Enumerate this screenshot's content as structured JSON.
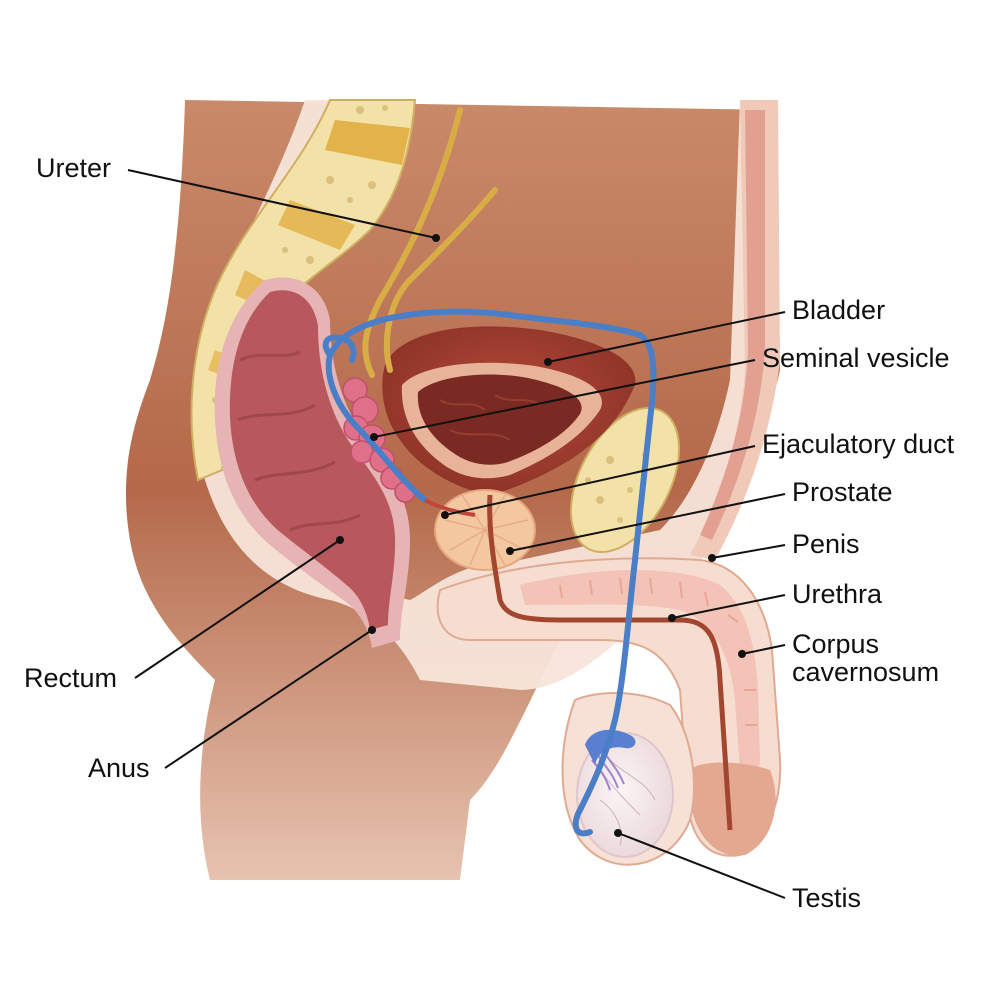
{
  "colors": {
    "skin_outer": "#b4694a",
    "skin_mid": "#d9a184",
    "skin_inner": "#f8e7dc",
    "cavity": "#fbeee6",
    "bone": "#f0dca0",
    "bone_marrow": "#c9a45a",
    "disc": "#e0b24a",
    "rectum": "#b8585c",
    "rectum_dark": "#8f3d43",
    "bladder": "#9c3a2e",
    "bladder_inner": "#7a2a22",
    "vas": "#4a7fc8",
    "ureter": "#d8ad45",
    "vesicle": "#e0708a",
    "prostate": "#f3c79f",
    "urethra": "#a2462f",
    "corpus": "#f4cfc4",
    "testis": "#f6ecec"
  },
  "labels": [
    {
      "name": "ureter",
      "text": "Ureter"
    },
    {
      "name": "bladder",
      "text": "Bladder"
    },
    {
      "name": "seminal-vesicle",
      "text": "Seminal vesicle"
    },
    {
      "name": "ejaculatory-duct",
      "text": "Ejaculatory duct"
    },
    {
      "name": "prostate",
      "text": "Prostate"
    },
    {
      "name": "penis",
      "text": "Penis"
    },
    {
      "name": "urethra",
      "text": "Urethra"
    },
    {
      "name": "corpus-cavernosum",
      "text": "Corpus\ncavernosum"
    },
    {
      "name": "rectum",
      "text": "Rectum"
    },
    {
      "name": "anus",
      "text": "Anus"
    },
    {
      "name": "testis",
      "text": "Testis"
    }
  ]
}
